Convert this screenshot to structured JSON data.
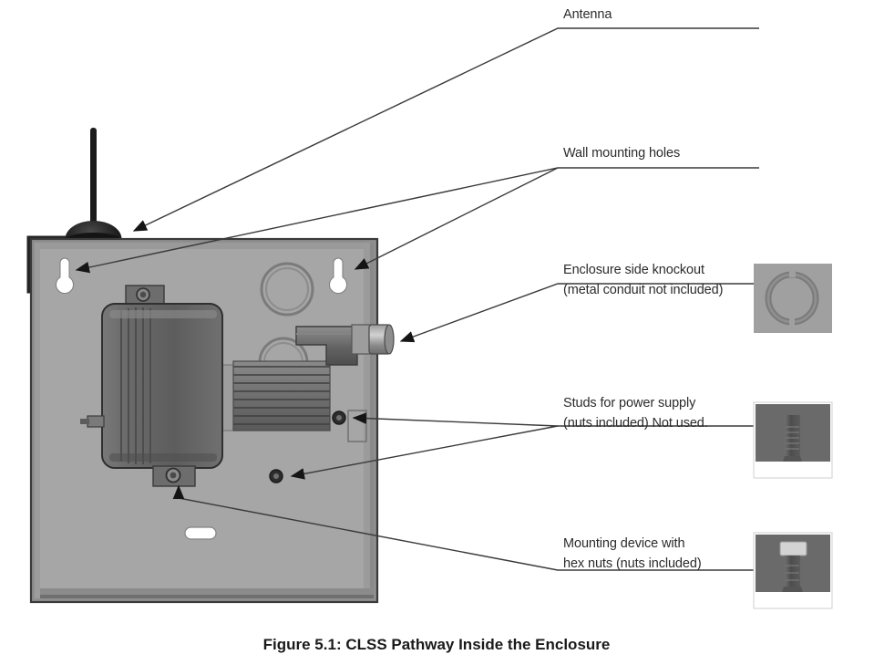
{
  "figure": {
    "caption": "Figure 5.1:  CLSS Pathway Inside the Enclosure",
    "background_color": "#ffffff"
  },
  "colors": {
    "panel_gray": "#a6a6a6",
    "panel_edge": "#7d7d7d",
    "device_dark": "#5a5a5a",
    "device_mid": "#6e6e6e",
    "outline_dark": "#2b2b2b",
    "text": "#2b2b2b",
    "caption": "#1a1a1a",
    "thumb_bg": "#a0a0a0",
    "thumb_bg_dark": "#6a6a6a",
    "leader_line": "#3a3a3a",
    "white": "#ffffff"
  },
  "callouts": [
    {
      "id": "antenna",
      "label": "Antenna",
      "lines": [
        "Antenna"
      ],
      "has_thumbnail": false,
      "points_to": "antenna-mast"
    },
    {
      "id": "wall-mounting-holes",
      "label": "Wall mounting holes",
      "lines": [
        "Wall mounting holes"
      ],
      "has_thumbnail": false,
      "points_to": "keyhole-slots"
    },
    {
      "id": "enclosure-side-knockout",
      "label": "Enclosure side knockout (metal conduit not included)",
      "lines": [
        "Enclosure side knockout",
        "(metal conduit not included)"
      ],
      "has_thumbnail": true,
      "thumbnail_name": "knockout-ring-thumbnail",
      "points_to": "conduit-fitting"
    },
    {
      "id": "studs-for-power-supply",
      "label": "Studs for power supply (nuts included)  Not used.",
      "lines": [
        "Studs for power supply",
        "(nuts included)  Not used."
      ],
      "has_thumbnail": true,
      "thumbnail_name": "stud-thumbnail",
      "points_to": "power-studs"
    },
    {
      "id": "mounting-device-hex-nuts",
      "label": "Mounting device with hex nuts (nuts included)",
      "lines": [
        "Mounting  device with",
        "hex nuts (nuts included)"
      ],
      "has_thumbnail": true,
      "thumbnail_name": "hex-nut-stud-thumbnail",
      "points_to": "device-mounting-bracket"
    }
  ],
  "diagram_parts": {
    "enclosure": "enclosure-back-panel",
    "antenna": "antenna-mast",
    "antenna_base": "antenna-base-dome",
    "keyhole_left": "wall-mount-keyhole-left",
    "keyhole_right": "wall-mount-keyhole-right",
    "knockout_top": "enclosure-knockout-top",
    "knockout_mid": "enclosure-knockout-middle",
    "clss_device": "clss-pathway-device",
    "bracket_top": "device-bracket-top",
    "bracket_bottom": "device-bracket-bottom",
    "conduit": "conduit-fitting",
    "stud_upper": "power-stud-upper",
    "stud_lower": "power-stud-lower",
    "vent_slot": "enclosure-vent-slot",
    "cable_run": "cable-routing-path"
  }
}
